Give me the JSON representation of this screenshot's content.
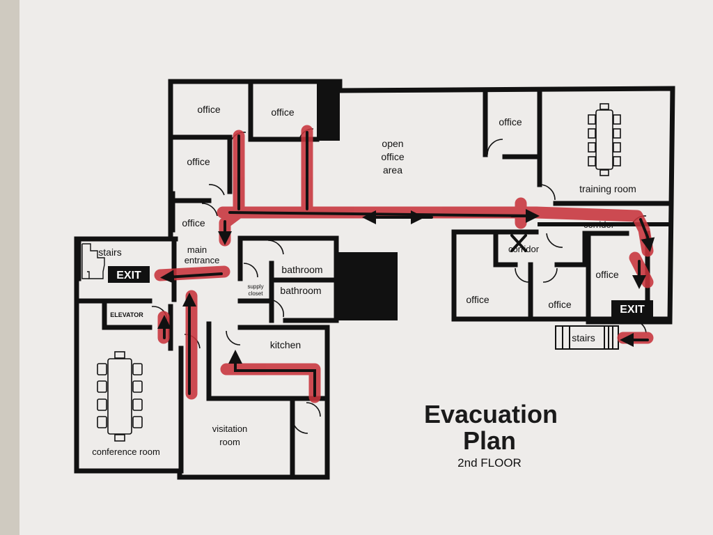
{
  "poster": {
    "title_line1": "Evacuation",
    "title_line2": "Plan",
    "floor": "2nd FLOOR"
  },
  "rooms": {
    "office_top_left": "office",
    "office_top_middle": "office",
    "office_left_second": "office",
    "office_left_third": "office",
    "open_office_line1": "open",
    "open_office_line2": "office",
    "open_office_line3": "area",
    "office_top_right": "office",
    "training_room": "training room",
    "corridor_right": "corridor",
    "corridor_middle": "corridor",
    "stairs_left": "stairs",
    "exit_left": "EXIT",
    "main_entrance_line1": "main",
    "main_entrance_line2": "entrance",
    "bathroom_upper": "bathroom",
    "bathroom_lower": "bathroom",
    "supply_closet_line1": "supply",
    "supply_closet_line2": "closet",
    "elevator": "ELEVATOR",
    "kitchen": "kitchen",
    "conference_room": "conference room",
    "visitation_room_line1": "visitation",
    "visitation_room_line2": "room",
    "office_lower_middle": "office",
    "office_lower_right_a": "office",
    "office_lower_right_b": "office",
    "exit_right": "EXIT",
    "stairs_right": "stairs"
  },
  "colors": {
    "wall": "#111111",
    "route": "#c8343c",
    "paper": "#eeecea"
  }
}
